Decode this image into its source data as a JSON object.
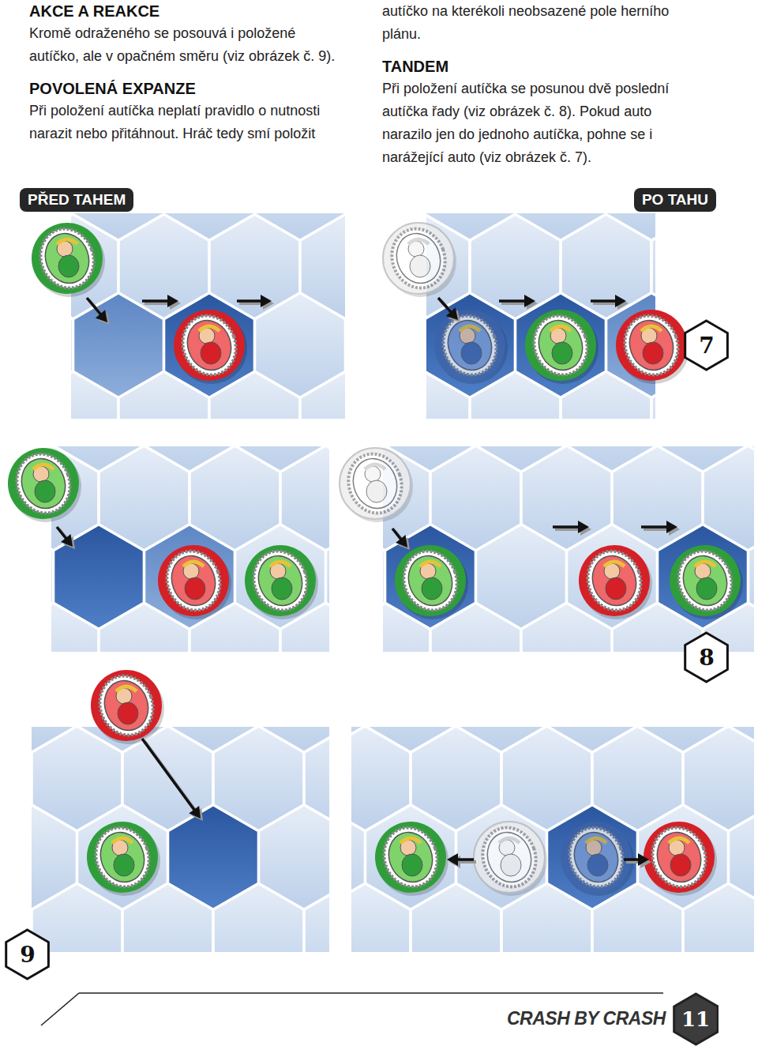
{
  "diagram": {
    "nodes": [
      {
        "text": [
          "PŘED TAHEM"
        ]
      },
      {
        "text": [
          "PO TAHU"
        ]
      },
      {
        "text": [
          "7"
        ]
      },
      {
        "text": [
          "8"
        ]
      },
      {
        "text": [
          "9"
        ]
      },
      {
        "text": [
          "11"
        ]
      }
    ],
    "labels": [
      "AKCE A REAKCE",
      "Kromě odraženého se posouvá i položené autíčko, ale v opačném směru (viz obrázek č. 9).",
      "POVOLENÁ EXPANZE",
      "Při položení autíčka neplatí pravidlo o nutnosti narazit nebo přitáhnout. Hráč tedy smí položit autíčko na kterékoli neobsazené pole herního plánu.",
      "TANDEM",
      "Při položení autíčka se posunou dvě poslední autíčka řady (viz obrázek č. 8). Pokud auto narazilo jen do jednoho autíčka, pohne se i narážející auto (viz obrázek č. 7).",
      "CRASH BY CRASH"
    ]
  }
}
